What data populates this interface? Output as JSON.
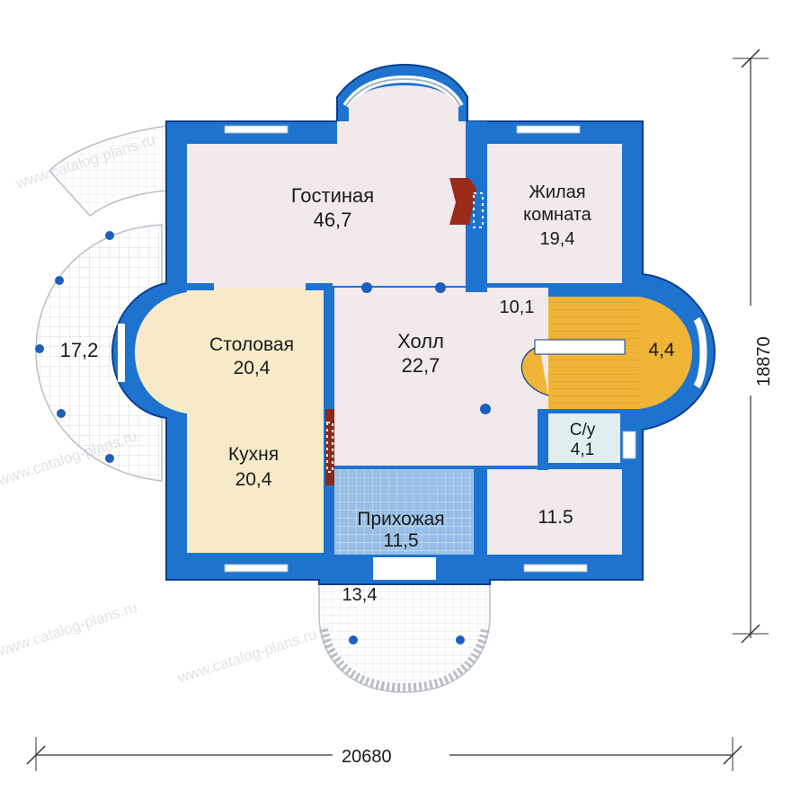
{
  "plan": {
    "colors": {
      "wall": "#1e73cf",
      "wall_dark": "#0b3f8f",
      "floor_main": "#f1e9ec",
      "floor_kitchen": "#f6eac8",
      "floor_stairs": "#f0b437",
      "floor_bath": "#dfeff0",
      "terrace": "#ffffff",
      "grid": "#c8cfd6",
      "column": "#1c5fbe",
      "fireplace": "#9a2a1a"
    },
    "rooms": [
      {
        "name": "Гостиная",
        "area": "46,7"
      },
      {
        "name": "Жилая",
        "name2": "комната",
        "area": "19,4"
      },
      {
        "name": "Столовая",
        "area": "20,4"
      },
      {
        "name": "Холл",
        "area": "22,7"
      },
      {
        "name": "Кухня",
        "area": "20,4"
      },
      {
        "name": "Прихожая",
        "area": "11,5"
      },
      {
        "name": "С/у",
        "area": "4,1"
      }
    ],
    "areas_only": {
      "hall_small": "10,1",
      "stair": "4,4",
      "terrace_left": "17,2",
      "room_right": "11.5",
      "porch": "13,4"
    },
    "dimensions": {
      "width": "20680",
      "height": "18870"
    },
    "watermark": "www.catalog-plans.ru"
  }
}
